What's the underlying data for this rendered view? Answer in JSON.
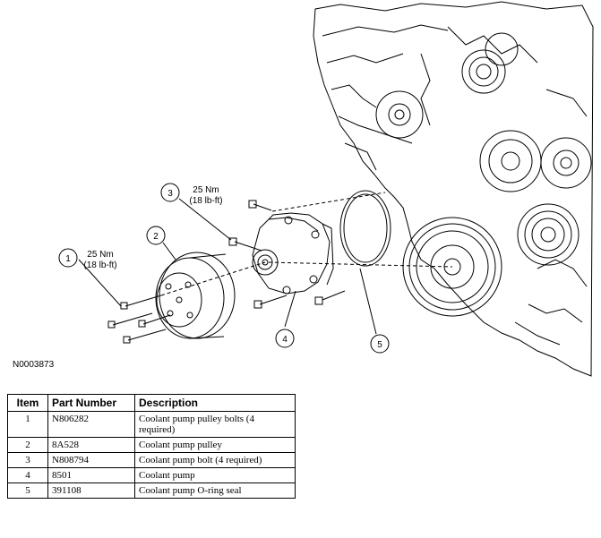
{
  "callouts": [
    {
      "num": "1",
      "torque_nm": "25 Nm",
      "torque_lbft": "(18 lb-ft)"
    },
    {
      "num": "2"
    },
    {
      "num": "3",
      "torque_nm": "25 Nm",
      "torque_lbft": "(18 lb-ft)"
    },
    {
      "num": "4"
    },
    {
      "num": "5"
    }
  ],
  "figure_id": "N0003873",
  "table": {
    "headers": [
      "Item",
      "Part Number",
      "Description"
    ],
    "rows": [
      {
        "item": "1",
        "part": "N806282",
        "desc": "Coolant pump pulley bolts (4 required)"
      },
      {
        "item": "2",
        "part": "8A528",
        "desc": "Coolant pump pulley"
      },
      {
        "item": "3",
        "part": "N808794",
        "desc": "Coolant pump bolt (4 required)"
      },
      {
        "item": "4",
        "part": "8501",
        "desc": "Coolant pump"
      },
      {
        "item": "5",
        "part": "391108",
        "desc": "Coolant pump O-ring seal"
      }
    ]
  }
}
